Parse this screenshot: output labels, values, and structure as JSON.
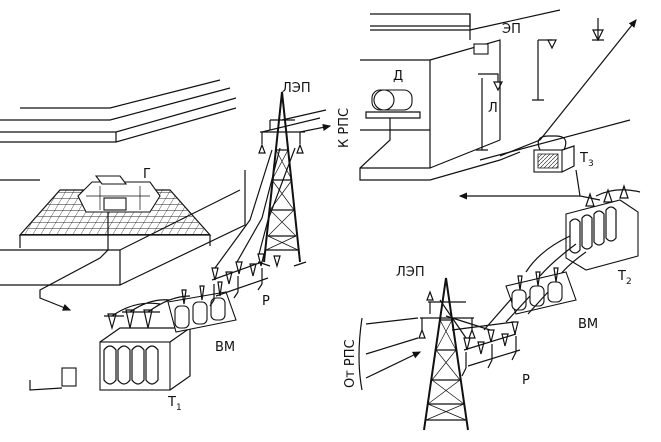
{
  "labels": {
    "generator": "Г",
    "power_line_left": "ЛЭП",
    "to_rps": "К РПС",
    "switch_left": "ВМ",
    "disconnector_left": "Р",
    "transformer1_main": "Т",
    "transformer1_sub": "1",
    "consumer_panel": "ЭП",
    "motor": "Д",
    "lamp": "Л",
    "transformer3_main": "Т",
    "transformer3_sub": "3",
    "transformer2_main": "Т",
    "transformer2_sub": "2",
    "power_line_right": "ЛЭП",
    "switch_right": "ВМ",
    "disconnector_right": "Р",
    "from_rps": "От РПС"
  }
}
